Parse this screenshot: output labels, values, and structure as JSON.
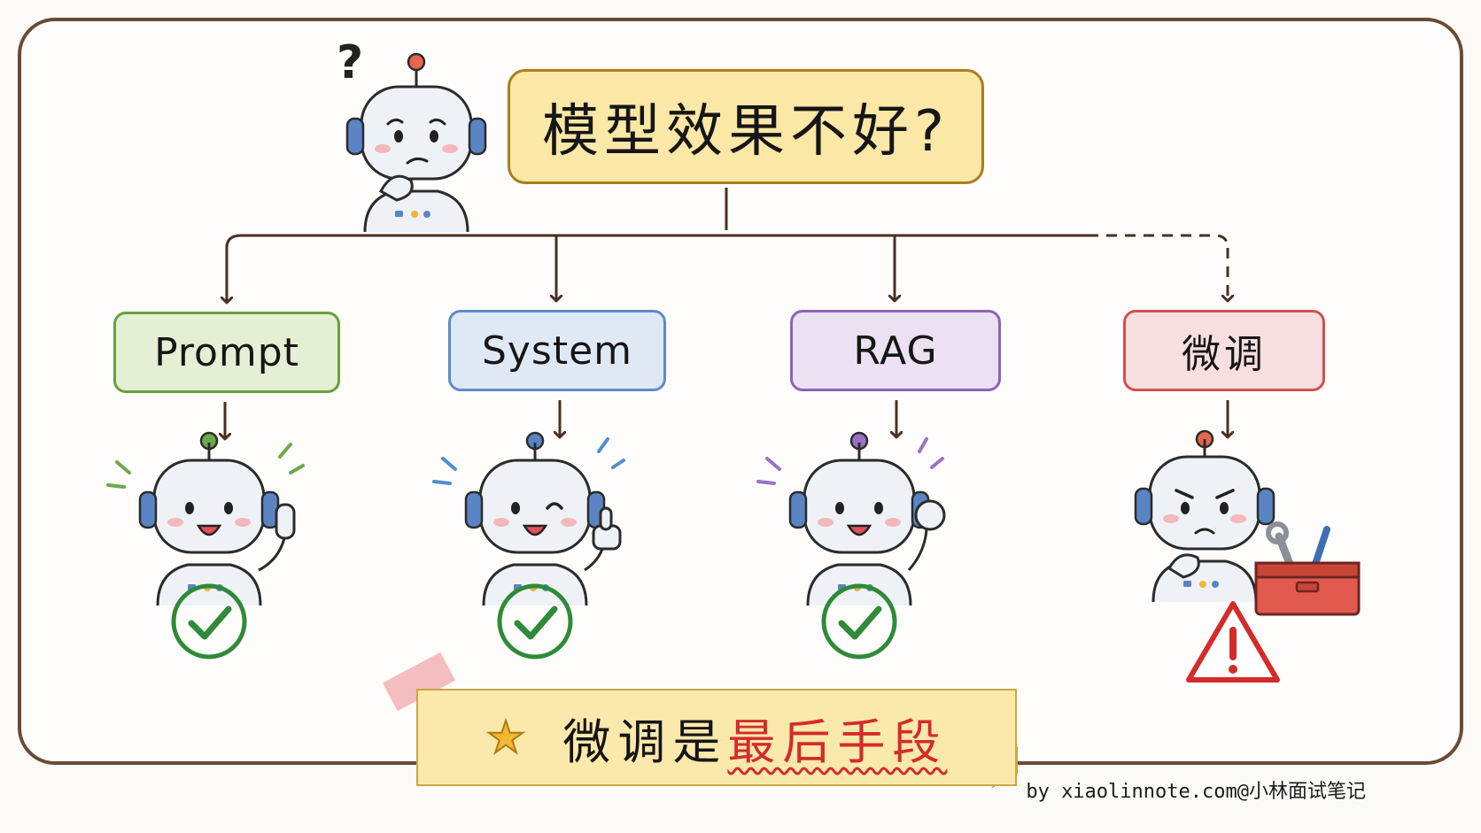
{
  "diagram": {
    "title": "模型效果不好?",
    "methods": [
      {
        "label": "Prompt",
        "accent": "#67a03d",
        "fill": "#e4efd3",
        "status": "check"
      },
      {
        "label": "System",
        "accent": "#5c8bc7",
        "fill": "#dfe9f6",
        "status": "check"
      },
      {
        "label": "RAG",
        "accent": "#8c63b4",
        "fill": "#ebe1f3",
        "status": "check"
      },
      {
        "label": "微调",
        "accent": "#d34f4f",
        "fill": "#f8dfdf",
        "status": "warning"
      }
    ],
    "note": {
      "icon": "star-icon",
      "prefix": "微调是",
      "highlight": "最后手段"
    },
    "credit": "by xiaolinnote.com@小林面试笔记",
    "icons": [
      "question-mark-icon",
      "thinking-robot-icon",
      "pointing-robot-icon",
      "thumbs-up-robot-icon",
      "fist-robot-icon",
      "frowning-robot-icon",
      "toolbox-icon",
      "check-circle-icon",
      "warning-icon",
      "tape-icon"
    ],
    "colors": {
      "frame": "#6b4a34",
      "arrow": "#4a2f22",
      "check": "#2f8a39",
      "warning": "#d42b2b",
      "title_fill": "#fbe7a6",
      "title_border": "#a87f1e"
    }
  }
}
